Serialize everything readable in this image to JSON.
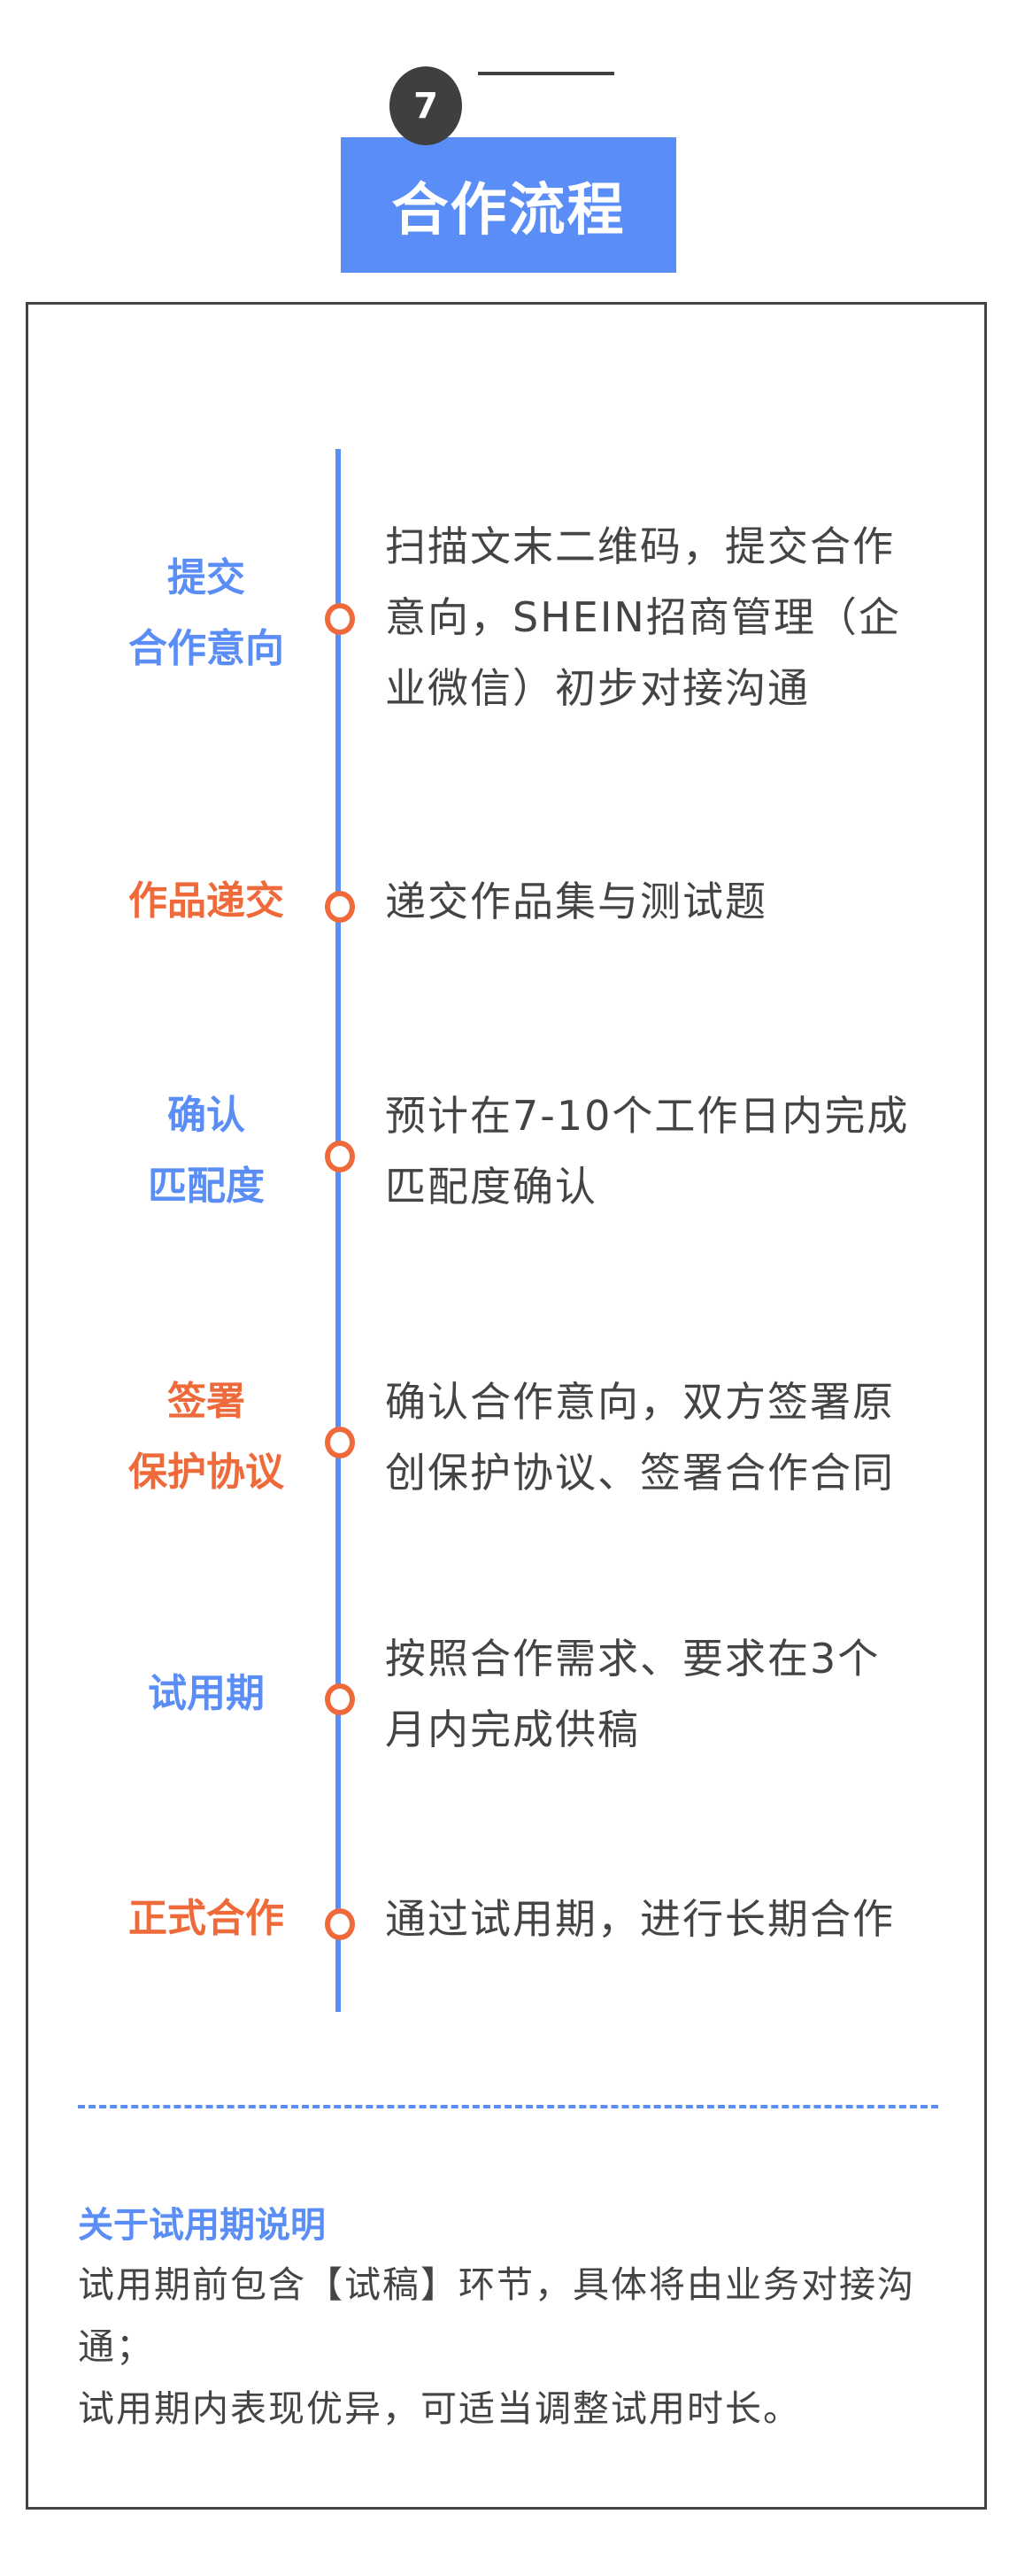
{
  "header": {
    "step_number": "7",
    "title": "合作流程"
  },
  "colors": {
    "accent_blue": "#5b8df6",
    "accent_orange": "#ef6a3a",
    "text": "#444444",
    "badge": "#3f3f3f"
  },
  "steps": [
    {
      "label": "提交\n合作意向",
      "color": "blue",
      "desc": "扫描文末二维码，提交合作意向，SHEIN招商管理（企业微信）初步对接沟通"
    },
    {
      "label": "作品递交",
      "color": "orange",
      "desc": "递交作品集与测试题"
    },
    {
      "label": "确认\n匹配度",
      "color": "blue",
      "desc": "预计在7-10个工作日内完成匹配度确认"
    },
    {
      "label": "签署\n保护协议",
      "color": "orange",
      "desc": "确认合作意向，双方签署原创保护协议、签署合作合同"
    },
    {
      "label": "试用期",
      "color": "blue",
      "desc": "按照合作需求、要求在3个月内完成供稿"
    },
    {
      "label": "正式合作",
      "color": "orange",
      "desc": "通过试用期，进行长期合作"
    }
  ],
  "note": {
    "title": "关于试用期说明",
    "lines": [
      "试用期前包含【试稿】环节，具体将由业务对接沟通；",
      "试用期内表现优异，可适当调整试用时长。"
    ]
  }
}
